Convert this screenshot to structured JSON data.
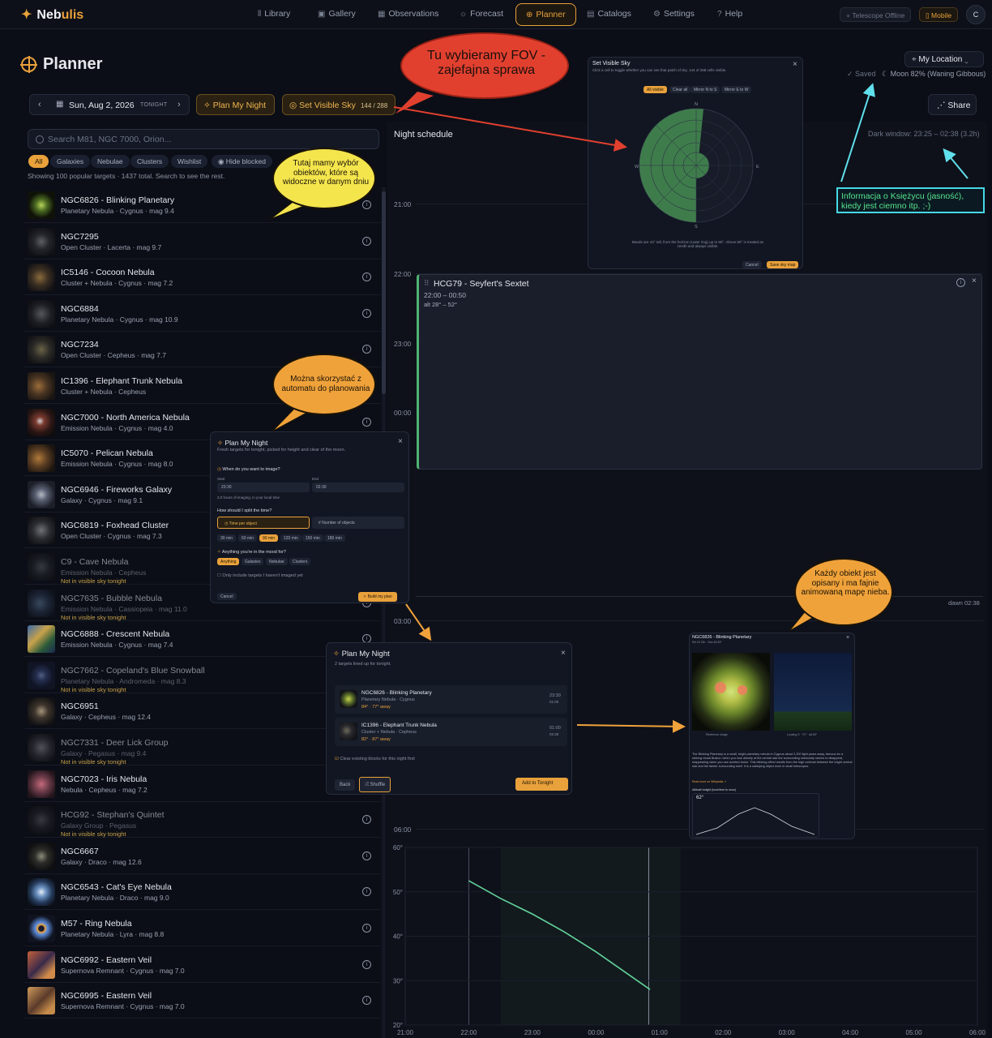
{
  "app": {
    "brand_prefix": "Neb",
    "brand_suffix": "ulis",
    "brand_icon": "telescope-icon"
  },
  "nav": {
    "items": [
      {
        "label": "Library",
        "icon": "library-icon",
        "active": false
      },
      {
        "label": "Gallery",
        "icon": "gallery-icon",
        "active": false
      },
      {
        "label": "Observations",
        "icon": "calendar-icon",
        "active": false
      },
      {
        "label": "Forecast",
        "icon": "forecast-icon",
        "active": false
      },
      {
        "label": "Planner",
        "icon": "crosshair-icon",
        "active": true
      },
      {
        "label": "Catalogs",
        "icon": "book-icon",
        "active": false
      },
      {
        "label": "Settings",
        "icon": "gear-icon",
        "active": false
      },
      {
        "label": "Help",
        "icon": "help-icon",
        "active": false
      }
    ],
    "telescope_status": "Telescope Offline",
    "mobile_label": "Mobile",
    "avatar": "C"
  },
  "page": {
    "title": "Planner",
    "date": "Sun, Aug 2, 2026",
    "tonight": "TONIGHT",
    "plan_button": "Plan My Night",
    "sky_button": "Set Visible Sky",
    "sky_count": "144 / 288",
    "location": "My Location",
    "saved": "Saved",
    "moon": "Moon 82% (Waning Gibbous)",
    "share": "Share"
  },
  "targets": {
    "search_placeholder": "Search M81, NGC 7000, Orion...",
    "filters": [
      "All",
      "Galaxies",
      "Nebulae",
      "Clusters",
      "Wishlist",
      "Hide blocked"
    ],
    "showing": "Showing 100 popular targets · 1437 total. Search to see the rest.",
    "warn": "Not in visible sky tonight",
    "rows": [
      {
        "name": "NGC6826 - Blinking Planetary",
        "sub": "Planetary Nebula · Cygnus · mag 9.4",
        "dim": false
      },
      {
        "name": "NGC7295",
        "sub": "Open Cluster · Lacerta · mag 9.7",
        "dim": false
      },
      {
        "name": "IC5146 - Cocoon Nebula",
        "sub": "Cluster + Nebula · Cygnus · mag 7.2",
        "dim": false
      },
      {
        "name": "NGC6884",
        "sub": "Planetary Nebula · Cygnus · mag 10.9",
        "dim": false
      },
      {
        "name": "NGC7234",
        "sub": "Open Cluster · Cepheus · mag 7.7",
        "dim": false
      },
      {
        "name": "IC1396 - Elephant Trunk Nebula",
        "sub": "Cluster + Nebula · Cepheus",
        "dim": false
      },
      {
        "name": "NGC7000 - North America Nebula",
        "sub": "Emission Nebula · Cygnus · mag 4.0",
        "dim": false
      },
      {
        "name": "IC5070 - Pelican Nebula",
        "sub": "Emission Nebula · Cygnus · mag 8.0",
        "dim": false
      },
      {
        "name": "NGC6946 - Fireworks Galaxy",
        "sub": "Galaxy · Cygnus · mag 9.1",
        "dim": false
      },
      {
        "name": "NGC6819 - Foxhead Cluster",
        "sub": "Open Cluster · Cygnus · mag 7.3",
        "dim": false
      },
      {
        "name": "C9 - Cave Nebula",
        "sub": "Emission Nebula · Cepheus",
        "dim": true
      },
      {
        "name": "NGC7635 - Bubble Nebula",
        "sub": "Emission Nebula · Cassiopeia · mag 11.0",
        "dim": true
      },
      {
        "name": "NGC6888 - Crescent Nebula",
        "sub": "Emission Nebula · Cygnus · mag 7.4",
        "dim": false
      },
      {
        "name": "NGC7662 - Copeland's Blue Snowball",
        "sub": "Planetary Nebula · Andromeda · mag 8.3",
        "dim": true
      },
      {
        "name": "NGC6951",
        "sub": "Galaxy · Cepheus · mag 12.4",
        "dim": false
      },
      {
        "name": "NGC7331 - Deer Lick Group",
        "sub": "Galaxy · Pegasus · mag 9.4",
        "dim": true
      },
      {
        "name": "NGC7023 - Iris Nebula",
        "sub": "Nebula · Cepheus · mag 7.2",
        "dim": false
      },
      {
        "name": "HCG92 - Stephan's Quintet",
        "sub": "Galaxy Group · Pegasus",
        "dim": true
      },
      {
        "name": "NGC6667",
        "sub": "Galaxy · Draco · mag 12.6",
        "dim": false
      },
      {
        "name": "NGC6543 - Cat's Eye Nebula",
        "sub": "Planetary Nebula · Draco · mag 9.0",
        "dim": false
      },
      {
        "name": "M57 - Ring Nebula",
        "sub": "Planetary Nebula · Lyra · mag 8.8",
        "dim": false
      },
      {
        "name": "NGC6992 - Eastern Veil",
        "sub": "Supernova Remnant · Cygnus · mag 7.0",
        "dim": false
      },
      {
        "name": "NGC6995 - Eastern Veil",
        "sub": "Supernova Remnant · Cygnus · mag 7.0",
        "dim": false
      }
    ]
  },
  "schedule": {
    "title": "Night schedule",
    "dark_window": "Dark window: 23:25 – 02:38",
    "dark_duration": "(3.2h)",
    "hours": [
      "21:00",
      "22:00",
      "23:00",
      "00:00",
      "03:00",
      "06:00"
    ],
    "dawn": "dawn 02:38",
    "block": {
      "name": "HCG79 - Seyfert's Sextet",
      "time": "22:00 – 00:50",
      "alt": "alt 28° – 52°"
    }
  },
  "sky_modal": {
    "title": "Set Visible Sky",
    "desc": "Click a cell to toggle whether you can see that patch of sky. 144 of 288 cells visible.",
    "buttons": [
      "All visible",
      "Clear all",
      "Mirror N to S",
      "Mirror E to W"
    ],
    "directions": [
      "N",
      "E",
      "S",
      "W"
    ],
    "note": "Bands are 10° tall, from the horizon (outer ring) up to 80°. Above 80° is treated as zenith and always visible.",
    "cancel": "Cancel",
    "save": "Save sky map"
  },
  "plan_modal": {
    "title": "Plan My Night",
    "desc": "Fresh targets for tonight, picked for height and clear of the moon.",
    "q1": "When do you want to image?",
    "start_label": "Start",
    "start": "23:30",
    "end_label": "End",
    "end": "02:30",
    "hours_note": "3.0 hours of imaging, in your local time",
    "q2": "How should I split the time?",
    "opt_time": "Time per object",
    "opt_count": "Number of objects",
    "durations": [
      "30 min",
      "60 min",
      "90 min",
      "120 min",
      "150 min",
      "180 min"
    ],
    "q3": "Anything you're in the mood for?",
    "moods": [
      "Anything",
      "Galaxies",
      "Nebulae",
      "Clusters"
    ],
    "only_new": "Only include targets I haven't imaged yet",
    "cancel": "Cancel",
    "build": "Build my plan"
  },
  "plan_result": {
    "title": "Plan My Night",
    "sub": "2 targets lined up for tonight.",
    "items": [
      {
        "name": "NGC6826 - Blinking Planetary",
        "sub": "Planetary Nebula · Cygnus",
        "meta": "84° · 77° away",
        "time": "23:30",
        "time2": "01:00"
      },
      {
        "name": "IC1396 - Elephant Trunk Nebula",
        "sub": "Cluster + Nebula · Cepheus",
        "meta": "82° · 87° away",
        "time": "01:00",
        "time2": "02:30"
      }
    ],
    "clear": "Clear existing blocks for this night first",
    "back": "Back",
    "shuffle": "Shuffle",
    "add": "Add to Tonight"
  },
  "detail": {
    "title": "NGC6826 - Blinking Planetary",
    "sub": "RA 19.74h · Dec 50.53°",
    "text": "The Blinking Planetary is a small, bright planetary nebula in Cygnus about 2,200 light-years away, famous for a striking visual illusion: when you look directly at the central star the surrounding nebulosity seems to disappear, reappearing when you use averted vision. This blinking effect results from the high contrast between the bright central star and the fainter surrounding shell. It is a satisfying object even in small telescopes.",
    "more": "Read more on Wikipedia ↗",
    "alt_title": "Altitude tonight (local time to noon)",
    "alt_value": "62°",
    "ref": "Reference image",
    "loc": "Looking S · 70° · alt 60°"
  },
  "notes": {
    "fov": "Tu wybieramy FOV - zajefajna sprawa",
    "objects": "Tutaj mamy wybór obiektów, które są widoczne w danym dniu",
    "auto": "Można skorzystać z automatu do planowania",
    "anim": "Każdy obiekt jest opisany i ma fajnie animowaną mapę nieba.",
    "moon": "Informacja o Księżycu (jasność), kiedy jest ciemno itp. ;-)"
  },
  "chart_data": {
    "type": "line",
    "title": "",
    "xlabel": "",
    "ylabel": "",
    "x_ticks": [
      "21:00",
      "22:00",
      "23:00",
      "00:00",
      "01:00",
      "02:00",
      "03:00",
      "04:00",
      "05:00",
      "06:00"
    ],
    "y_ticks": [
      "20°",
      "30°",
      "40°",
      "50°",
      "60°"
    ],
    "ylim": [
      20,
      60
    ],
    "series": [
      {
        "x": [
          22.0,
          22.5,
          23.0,
          23.5,
          24.0,
          24.5,
          24.85
        ],
        "y": [
          52.5,
          48.5,
          45.0,
          41.0,
          36.5,
          31.5,
          28.0
        ]
      }
    ],
    "dark_window": [
      23.42,
      26.63
    ],
    "block_window": [
      22.0,
      24.83
    ],
    "line_color": "#62d39a"
  }
}
